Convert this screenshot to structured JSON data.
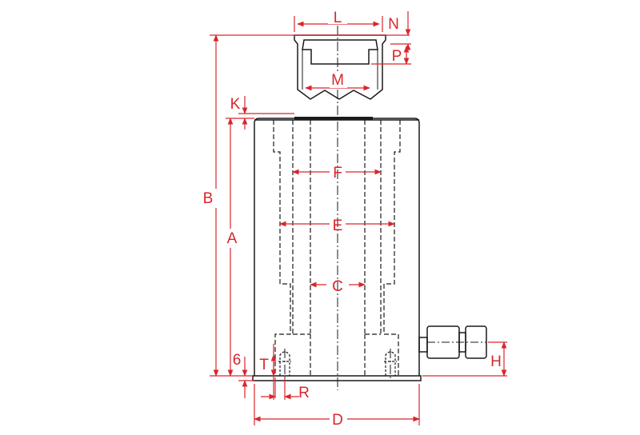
{
  "colors": {
    "outline": "#1a1a1a",
    "dimension": "#d9262c",
    "background": "#ffffff"
  },
  "labels": {
    "L": "L",
    "N": "N",
    "P": "P",
    "M": "M",
    "K": "K",
    "B": "B",
    "A": "A",
    "F": "F",
    "E": "E",
    "C": "C",
    "six": "6",
    "T": "T",
    "R": "R",
    "H": "H",
    "D": "D"
  }
}
